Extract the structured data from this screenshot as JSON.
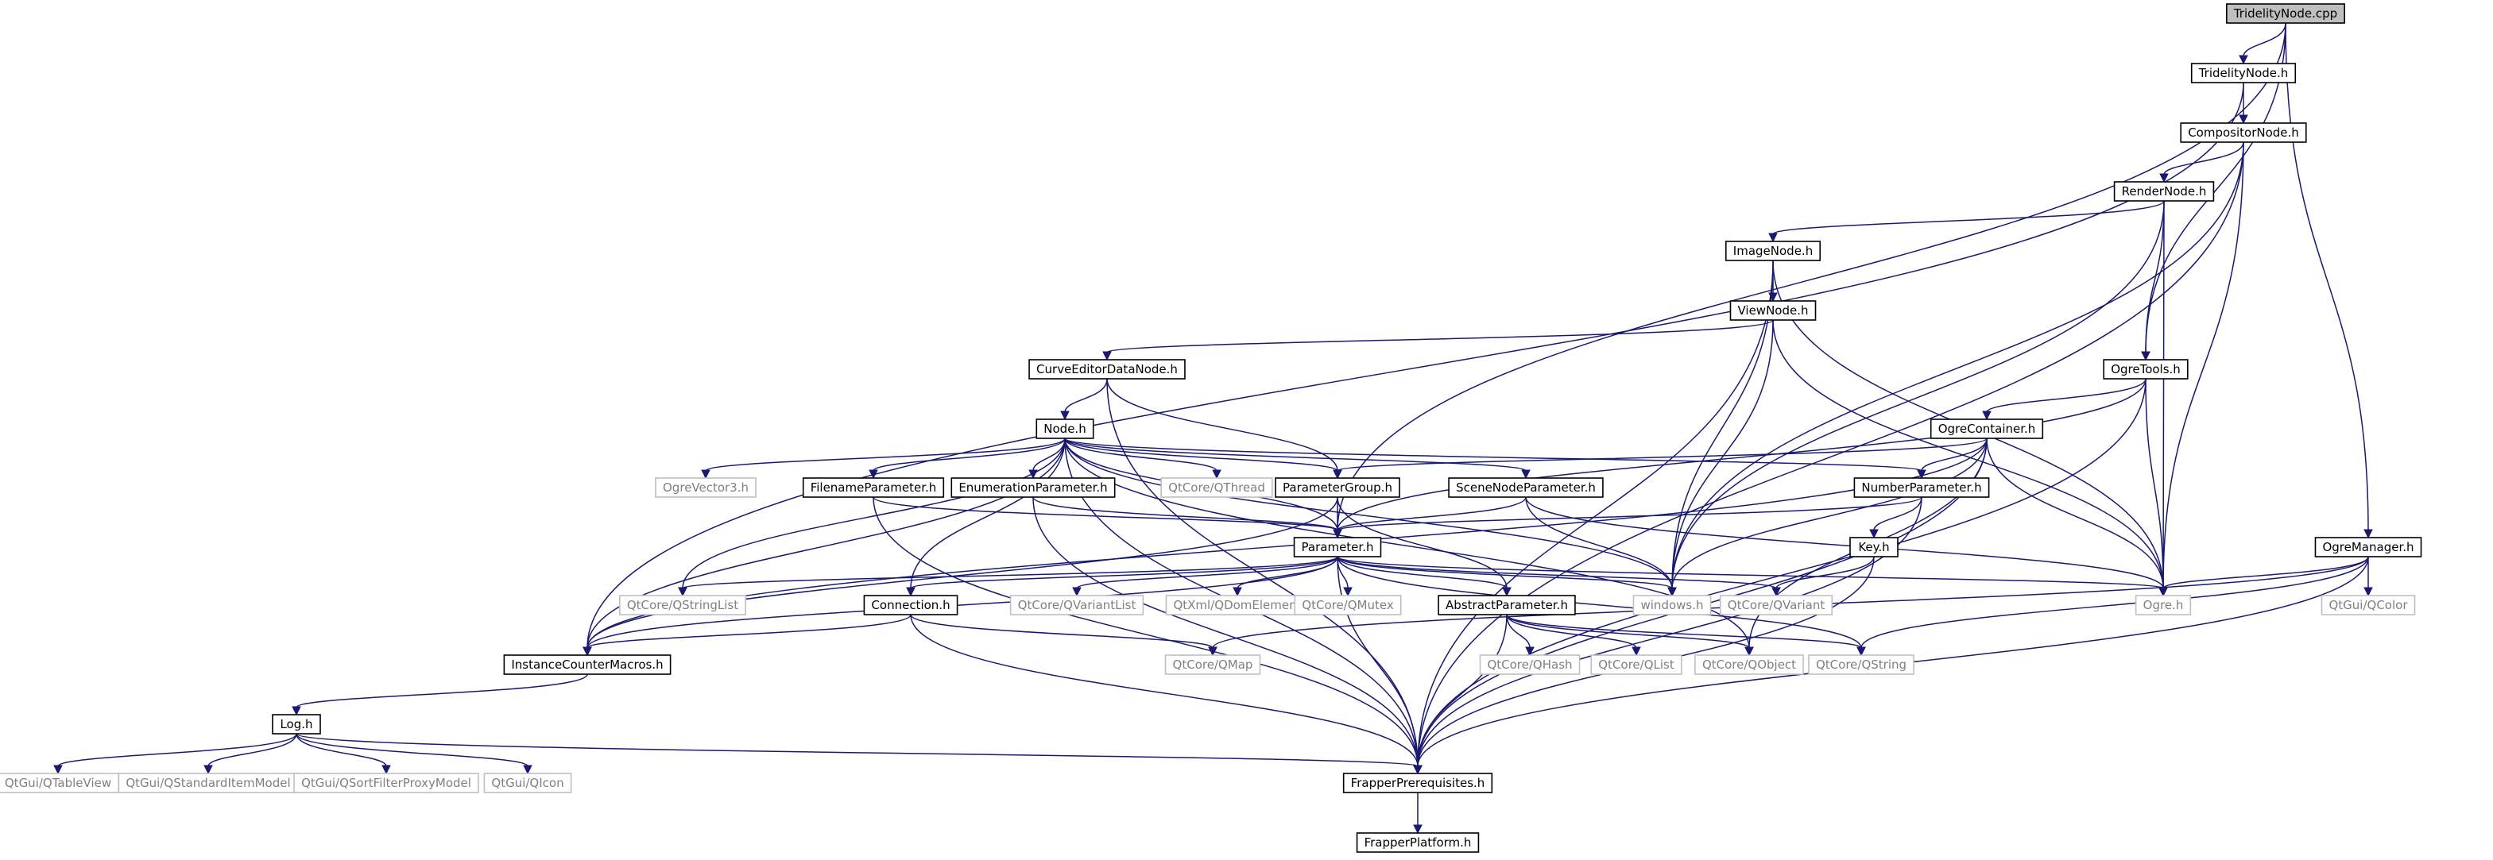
{
  "diagram": {
    "type": "include-dependency-graph",
    "nodes": [
      {
        "id": "n_triNodeCpp",
        "label": "TridelityNode.cpp",
        "kind": "root"
      },
      {
        "id": "n_triNodeH",
        "label": "TridelityNode.h",
        "kind": "file"
      },
      {
        "id": "n_compositorNode",
        "label": "CompositorNode.h",
        "kind": "file"
      },
      {
        "id": "n_renderNode",
        "label": "RenderNode.h",
        "kind": "file"
      },
      {
        "id": "n_imageNode",
        "label": "ImageNode.h",
        "kind": "file"
      },
      {
        "id": "n_viewNode",
        "label": "ViewNode.h",
        "kind": "file"
      },
      {
        "id": "n_curveEditor",
        "label": "CurveEditorDataNode.h",
        "kind": "file"
      },
      {
        "id": "n_node",
        "label": "Node.h",
        "kind": "file"
      },
      {
        "id": "n_ogreTools",
        "label": "OgreTools.h",
        "kind": "file"
      },
      {
        "id": "n_ogreContainer",
        "label": "OgreContainer.h",
        "kind": "file"
      },
      {
        "id": "n_ogreVector3",
        "label": "OgreVector3.h",
        "kind": "ext"
      },
      {
        "id": "n_filenameParam",
        "label": "FilenameParameter.h",
        "kind": "file"
      },
      {
        "id": "n_enumParam",
        "label": "EnumerationParameter.h",
        "kind": "file"
      },
      {
        "id": "n_qthread",
        "label": "QtCore/QThread",
        "kind": "ext"
      },
      {
        "id": "n_paramGroup",
        "label": "ParameterGroup.h",
        "kind": "file"
      },
      {
        "id": "n_sceneNodeParam",
        "label": "SceneNodeParameter.h",
        "kind": "file"
      },
      {
        "id": "n_numberParam",
        "label": "NumberParameter.h",
        "kind": "file"
      },
      {
        "id": "n_parameter",
        "label": "Parameter.h",
        "kind": "file"
      },
      {
        "id": "n_key",
        "label": "Key.h",
        "kind": "file"
      },
      {
        "id": "n_ogreManager",
        "label": "OgreManager.h",
        "kind": "file"
      },
      {
        "id": "n_qstringlist",
        "label": "QtCore/QStringList",
        "kind": "ext"
      },
      {
        "id": "n_connection",
        "label": "Connection.h",
        "kind": "file"
      },
      {
        "id": "n_qvariantlist",
        "label": "QtCore/QVariantList",
        "kind": "ext"
      },
      {
        "id": "n_qdomelement",
        "label": "QtXml/QDomElement",
        "kind": "ext"
      },
      {
        "id": "n_qmutex",
        "label": "QtCore/QMutex",
        "kind": "ext"
      },
      {
        "id": "n_abstractParam",
        "label": "AbstractParameter.h",
        "kind": "file"
      },
      {
        "id": "n_windows",
        "label": "windows.h",
        "kind": "ext"
      },
      {
        "id": "n_qvariant",
        "label": "QtCore/QVariant",
        "kind": "ext"
      },
      {
        "id": "n_ogreH",
        "label": "Ogre.h",
        "kind": "ext"
      },
      {
        "id": "n_qcolor",
        "label": "QtGui/QColor",
        "kind": "ext"
      },
      {
        "id": "n_instanceCounter",
        "label": "InstanceCounterMacros.h",
        "kind": "file"
      },
      {
        "id": "n_qmap",
        "label": "QtCore/QMap",
        "kind": "ext"
      },
      {
        "id": "n_qhash",
        "label": "QtCore/QHash",
        "kind": "ext"
      },
      {
        "id": "n_qlist",
        "label": "QtCore/QList",
        "kind": "ext"
      },
      {
        "id": "n_qobject",
        "label": "QtCore/QObject",
        "kind": "ext"
      },
      {
        "id": "n_qstring",
        "label": "QtCore/QString",
        "kind": "ext"
      },
      {
        "id": "n_log",
        "label": "Log.h",
        "kind": "file"
      },
      {
        "id": "n_qtableview",
        "label": "QtGui/QTableView",
        "kind": "ext"
      },
      {
        "id": "n_qstditemmodel",
        "label": "QtGui/QStandardItemModel",
        "kind": "ext"
      },
      {
        "id": "n_qsortfilter",
        "label": "QtGui/QSortFilterProxyModel",
        "kind": "ext"
      },
      {
        "id": "n_qicon",
        "label": "QtGui/QIcon",
        "kind": "ext"
      },
      {
        "id": "n_frapperPrereq",
        "label": "FrapperPrerequisites.h",
        "kind": "file"
      },
      {
        "id": "n_frapperPlatform",
        "label": "FrapperPlatform.h",
        "kind": "file"
      }
    ],
    "edges": [
      [
        "n_triNodeCpp",
        "n_triNodeH"
      ],
      [
        "n_triNodeCpp",
        "n_parameter"
      ],
      [
        "n_triNodeCpp",
        "n_ogreTools"
      ],
      [
        "n_triNodeCpp",
        "n_ogreManager"
      ],
      [
        "n_triNodeH",
        "n_compositorNode"
      ],
      [
        "n_triNodeH",
        "n_instanceCounter"
      ],
      [
        "n_compositorNode",
        "n_renderNode"
      ],
      [
        "n_compositorNode",
        "n_windows"
      ],
      [
        "n_compositorNode",
        "n_ogreH"
      ],
      [
        "n_compositorNode",
        "n_frapperPrereq"
      ],
      [
        "n_renderNode",
        "n_imageNode"
      ],
      [
        "n_renderNode",
        "n_ogreTools"
      ],
      [
        "n_renderNode",
        "n_windows"
      ],
      [
        "n_renderNode",
        "n_ogreH"
      ],
      [
        "n_imageNode",
        "n_viewNode"
      ],
      [
        "n_imageNode",
        "n_frapperPrereq"
      ],
      [
        "n_imageNode",
        "n_windows"
      ],
      [
        "n_imageNode",
        "n_ogreH"
      ],
      [
        "n_viewNode",
        "n_curveEditor"
      ],
      [
        "n_viewNode",
        "n_windows"
      ],
      [
        "n_viewNode",
        "n_ogreH"
      ],
      [
        "n_curveEditor",
        "n_node"
      ],
      [
        "n_curveEditor",
        "n_paramGroup"
      ],
      [
        "n_curveEditor",
        "n_frapperPrereq"
      ],
      [
        "n_node",
        "n_ogreVector3"
      ],
      [
        "n_node",
        "n_filenameParam"
      ],
      [
        "n_node",
        "n_enumParam"
      ],
      [
        "n_node",
        "n_qthread"
      ],
      [
        "n_node",
        "n_paramGroup"
      ],
      [
        "n_node",
        "n_sceneNodeParam"
      ],
      [
        "n_node",
        "n_numberParam"
      ],
      [
        "n_node",
        "n_parameter"
      ],
      [
        "n_node",
        "n_connection"
      ],
      [
        "n_node",
        "n_qstringlist"
      ],
      [
        "n_node",
        "n_instanceCounter"
      ],
      [
        "n_node",
        "n_frapperPrereq"
      ],
      [
        "n_node",
        "n_qobject"
      ],
      [
        "n_node",
        "n_windows"
      ],
      [
        "n_ogreTools",
        "n_ogreContainer"
      ],
      [
        "n_ogreTools",
        "n_parameter"
      ],
      [
        "n_ogreTools",
        "n_ogreH"
      ],
      [
        "n_ogreTools",
        "n_frapperPrereq"
      ],
      [
        "n_ogreContainer",
        "n_paramGroup"
      ],
      [
        "n_ogreContainer",
        "n_numberParam"
      ],
      [
        "n_ogreContainer",
        "n_windows"
      ],
      [
        "n_ogreContainer",
        "n_qobject"
      ],
      [
        "n_ogreContainer",
        "n_ogreH"
      ],
      [
        "n_ogreContainer",
        "n_frapperPrereq"
      ],
      [
        "n_ogreContainer",
        "n_instanceCounter"
      ],
      [
        "n_filenameParam",
        "n_parameter"
      ],
      [
        "n_filenameParam",
        "n_frapperPrereq"
      ],
      [
        "n_enumParam",
        "n_parameter"
      ],
      [
        "n_enumParam",
        "n_frapperPrereq"
      ],
      [
        "n_paramGroup",
        "n_parameter"
      ],
      [
        "n_paramGroup",
        "n_abstractParam"
      ],
      [
        "n_paramGroup",
        "n_instanceCounter"
      ],
      [
        "n_sceneNodeParam",
        "n_parameter"
      ],
      [
        "n_sceneNodeParam",
        "n_windows"
      ],
      [
        "n_sceneNodeParam",
        "n_ogreH"
      ],
      [
        "n_numberParam",
        "n_parameter"
      ],
      [
        "n_numberParam",
        "n_key"
      ],
      [
        "n_numberParam",
        "n_frapperPrereq"
      ],
      [
        "n_key",
        "n_qvariant"
      ],
      [
        "n_key",
        "n_frapperPrereq"
      ],
      [
        "n_parameter",
        "n_qstringlist"
      ],
      [
        "n_parameter",
        "n_connection"
      ],
      [
        "n_parameter",
        "n_qvariantlist"
      ],
      [
        "n_parameter",
        "n_qdomelement"
      ],
      [
        "n_parameter",
        "n_qmutex"
      ],
      [
        "n_parameter",
        "n_abstractParam"
      ],
      [
        "n_parameter",
        "n_windows"
      ],
      [
        "n_parameter",
        "n_qvariant"
      ],
      [
        "n_parameter",
        "n_ogreH"
      ],
      [
        "n_parameter",
        "n_instanceCounter"
      ],
      [
        "n_parameter",
        "n_frapperPrereq"
      ],
      [
        "n_parameter",
        "n_qstring"
      ],
      [
        "n_ogreManager",
        "n_ogreH"
      ],
      [
        "n_ogreManager",
        "n_qcolor"
      ],
      [
        "n_ogreManager",
        "n_qmap"
      ],
      [
        "n_ogreManager",
        "n_qstring"
      ],
      [
        "n_ogreManager",
        "n_frapperPrereq"
      ],
      [
        "n_connection",
        "n_instanceCounter"
      ],
      [
        "n_connection",
        "n_qmap"
      ],
      [
        "n_connection",
        "n_frapperPrereq"
      ],
      [
        "n_abstractParam",
        "n_qhash"
      ],
      [
        "n_abstractParam",
        "n_qlist"
      ],
      [
        "n_abstractParam",
        "n_qobject"
      ],
      [
        "n_abstractParam",
        "n_qstring"
      ],
      [
        "n_abstractParam",
        "n_frapperPrereq"
      ],
      [
        "n_instanceCounter",
        "n_log"
      ],
      [
        "n_log",
        "n_qtableview"
      ],
      [
        "n_log",
        "n_qstditemmodel"
      ],
      [
        "n_log",
        "n_qsortfilter"
      ],
      [
        "n_log",
        "n_qicon"
      ],
      [
        "n_log",
        "n_frapperPrereq"
      ],
      [
        "n_frapperPrereq",
        "n_frapperPlatform"
      ]
    ]
  },
  "colors": {
    "edge": "#191970",
    "node_border": "#000000",
    "external_border": "#bfbfbf",
    "external_text": "#808080",
    "root_fill": "#bfbfbf",
    "background": "#ffffff"
  }
}
